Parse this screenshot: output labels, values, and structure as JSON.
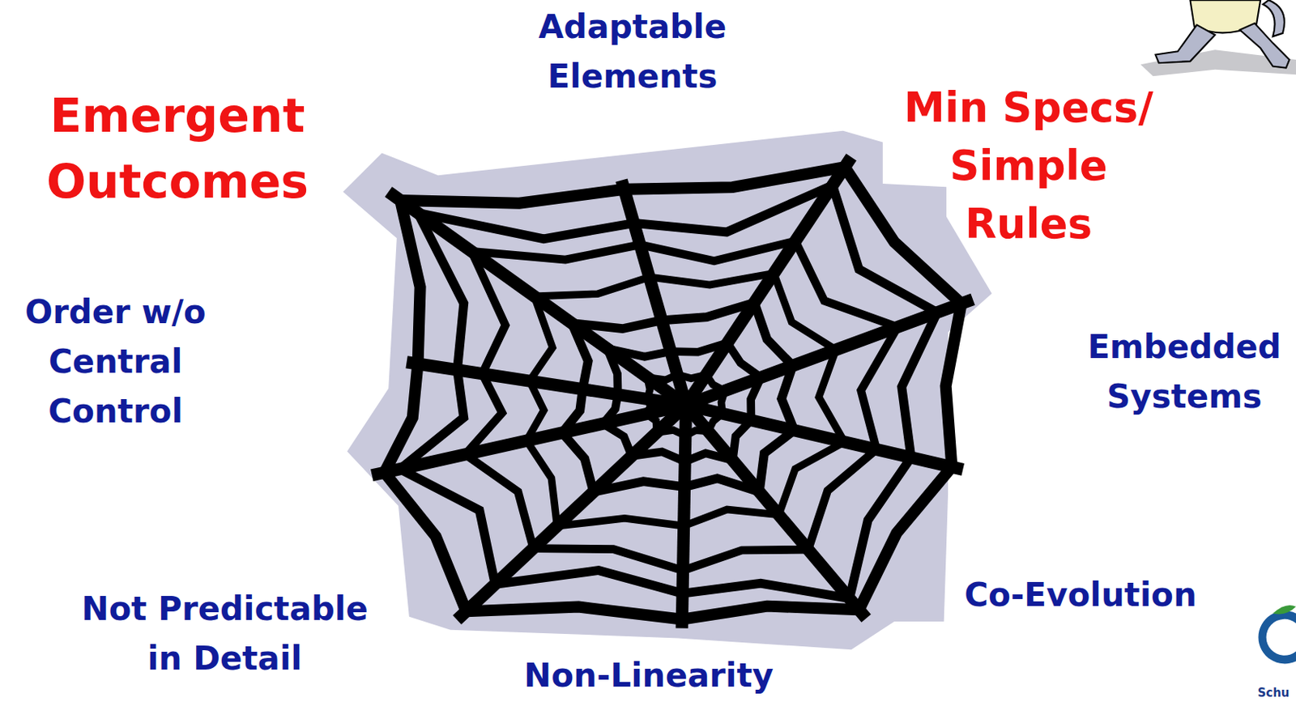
{
  "diagram": {
    "labels": [
      "Adaptable Elements",
      "Emergent Outcomes",
      "Min Specs/ Simple Rules",
      "Order w/o Central Control",
      "Embedded Systems",
      "Co-Evolution",
      "Not Predictable in Detail",
      "Non-Linearity",
      "Schu"
    ]
  }
}
